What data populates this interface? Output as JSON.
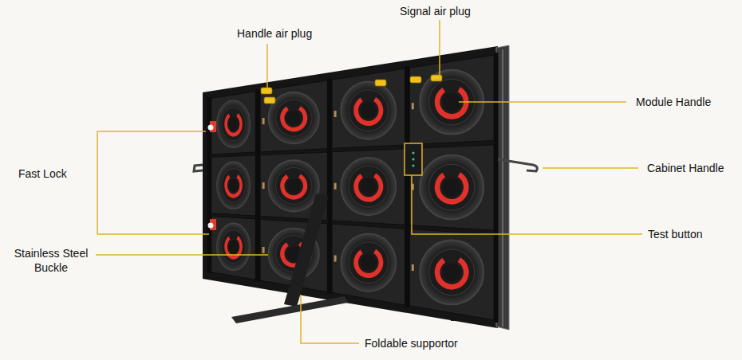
{
  "diagram": {
    "labels": [
      "Handle air plug",
      "Signal air plug",
      "Module Handle",
      "Fast Lock",
      "Cabinet Handle",
      "Test button",
      "Stainless Steel Buckle",
      "Foldable supportor"
    ]
  }
}
